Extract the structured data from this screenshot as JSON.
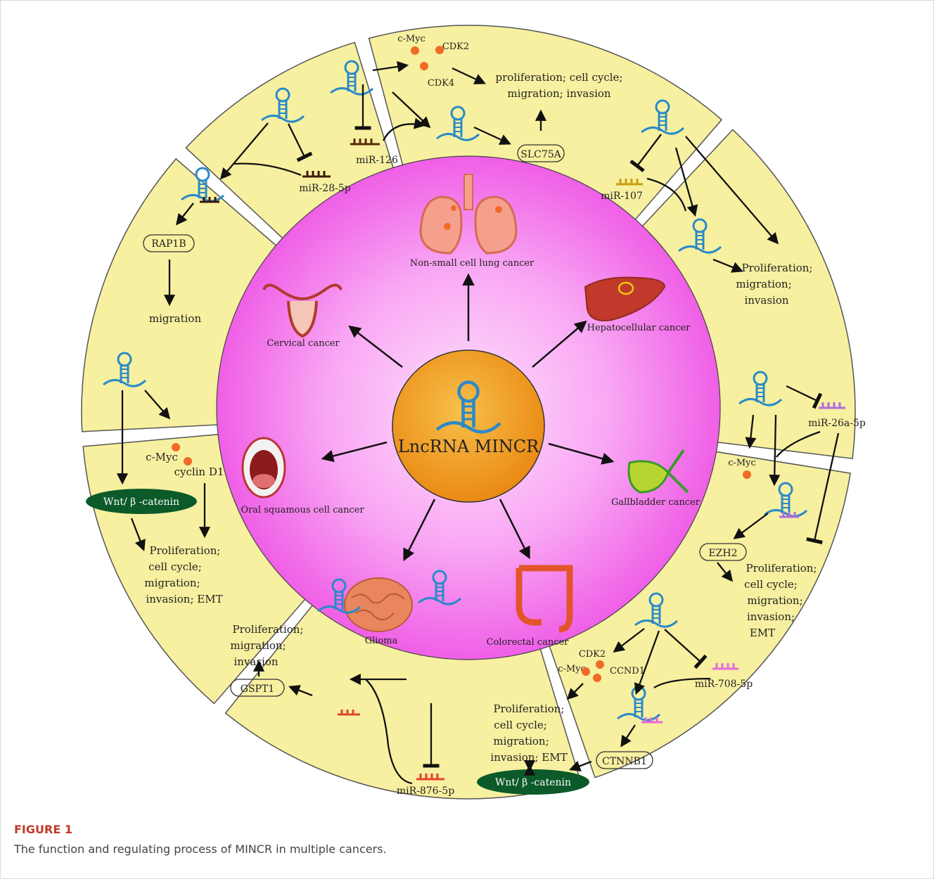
{
  "caption": {
    "title": "FIGURE 1",
    "text": "The function and regulating process of MINCR in multiple cancers."
  },
  "colors": {
    "panel_fill": "#f7f0a0",
    "center_fill": "#f39c12",
    "inner_circle": "#f47cf0",
    "rna": "#2a8ac8",
    "oval_fill": "#0c5a2a"
  },
  "center": {
    "label": "LncRNA MINCR"
  },
  "organs": {
    "nsclc": "Non-small cell lung cancer",
    "hepato": "Hepatocellular cancer",
    "cervical": "Cervical cancer",
    "oral": "Oral squamous cell cancer",
    "gallbladder": "Gallbladder cancer",
    "glioma": "Glioma",
    "colorectal": "Colorectal cancer"
  },
  "panel_top": {
    "cmyc": "c-Myc",
    "cdk2": "CDK2",
    "cdk4": "CDK4",
    "out1": "proliferation; cell cycle;",
    "out2": "migration; invasion",
    "mir": "miR-126",
    "gene": "SLC75A"
  },
  "panel_topleft": {
    "mir": "miR-28-5p",
    "gene": "RAP1B",
    "out": "migration"
  },
  "panel_topright": {
    "mir": "miR-107",
    "out1": "Proliferation;",
    "out2": "migration;",
    "out3": "invasion"
  },
  "panel_left": {
    "cmyc": "c-Myc",
    "cyclin": "cyclin D1",
    "oval": "Wnt/ β -catenin",
    "out1": "Proliferation;",
    "out2": "cell cycle;",
    "out3": "migration;",
    "out4": "invasion; EMT"
  },
  "panel_right": {
    "mir": "miR-26a-5p",
    "cmyc": "c-Myc",
    "gene": "EZH2",
    "out1": "Proliferation;",
    "out2": "cell cycle;",
    "out3": "migration;",
    "out4": "invasion;",
    "out5": "EMT"
  },
  "panel_bottomleft": {
    "out1": "Proliferation;",
    "out2": "migration;",
    "out3": "invasion",
    "gene": "GSPT1",
    "mir": "miR-876-5p"
  },
  "panel_bottomright": {
    "cdk2": "CDK2",
    "cmyc": "c-Myc",
    "ccnd1": "CCND1",
    "mir": "miR-708-5p",
    "out1": "Proliferation;",
    "out2": "cell cycle;",
    "out3": "migration;",
    "out4": "invasion; EMT",
    "gene": "CTNNB1",
    "oval": "Wnt/ β -catenin"
  }
}
